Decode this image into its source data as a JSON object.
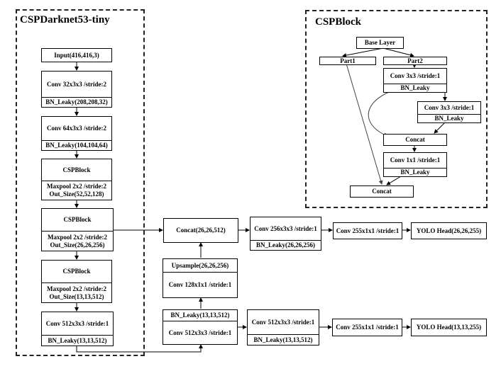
{
  "backbone": {
    "title": "CSPDarknet53-tiny",
    "input": "Input(416,416,3)",
    "conv1": "Conv 32x3x3 /stride:2",
    "conv1_out": "BN_Leaky(208,208,32)",
    "conv2": "Conv 64x3x3 /stride:2",
    "conv2_out": "BN_Leaky(104,104,64)",
    "csp1": {
      "name": "CSPBlock",
      "pool": "Maxpool 2x2 /stride:2",
      "out": "Out_Size(52,52,128)"
    },
    "csp2": {
      "name": "CSPBlock",
      "pool": "Maxpool 2x2 /stride:2",
      "out": "Out_Size(26,26,256)"
    },
    "csp3": {
      "name": "CSPBlock",
      "pool": "Maxpool 2x2 /stride:2",
      "out": "Out_Size(13,13,512)"
    },
    "conv_last": "Conv 512x3x3 /stride:1",
    "conv_last_out": "BN_Leaky(13,13,512)"
  },
  "cspblock": {
    "title": "CSPBlock",
    "base": "Base Layer",
    "part1": "Part1",
    "part2": "Part2",
    "conv_a": "Conv 3x3 /stride:1",
    "conv_a_out": "BN_Leaky",
    "conv_b": "Conv 3x3 /stride:1",
    "conv_b_out": "BN_Leaky",
    "concat_inner": "Concat",
    "conv_c": "Conv 1x1 /stride:1",
    "conv_c_out": "BN_Leaky",
    "concat_outer": "Concat"
  },
  "neck": {
    "concat": "Concat(26,26,512)",
    "upsample": "Upsample(26,26,256)",
    "conv128": "Conv 128x1x1 /stride:1",
    "bn13": "BN_Leaky(13,13,512)",
    "conv512": "Conv 512x3x3 /stride:1"
  },
  "head_26": {
    "conv": "Conv 256x3x3 /stride:1",
    "conv_out": "BN_Leaky(26,26,256)",
    "conv255": "Conv 255x1x1 /stride:1",
    "yolo": "YOLO Head(26,26,255)"
  },
  "head_13": {
    "conv": "Conv 512x3x3 /stride:1",
    "conv_out": "BN_Leaky(13,13,512)",
    "conv255": "Conv 255x1x1 /stride:1",
    "yolo": "YOLO Head(13,13,255)"
  }
}
